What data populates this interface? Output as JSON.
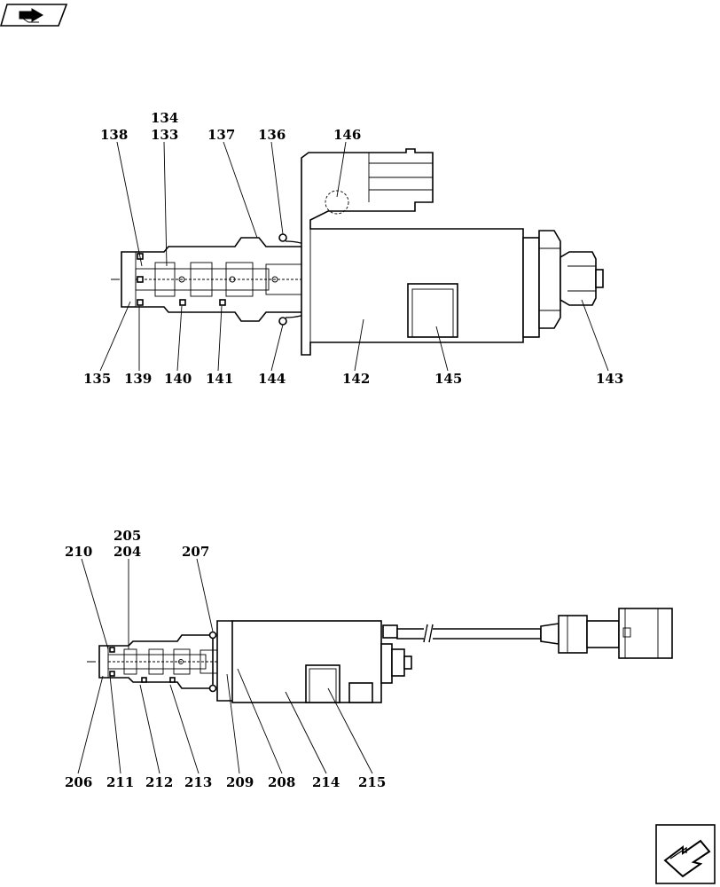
{
  "top_assembly": {
    "labels_top": [
      "138",
      "134",
      "133",
      "137",
      "136",
      "146"
    ],
    "labels_bottom": [
      "135",
      "139",
      "140",
      "141",
      "144",
      "142",
      "145",
      "143"
    ]
  },
  "bottom_assembly": {
    "labels_top": [
      "210",
      "205",
      "204",
      "207"
    ],
    "labels_bottom": [
      "206",
      "211",
      "212",
      "213",
      "209",
      "208",
      "214",
      "215"
    ]
  },
  "icons": {
    "top_left": "book-arrow-icon",
    "bottom_right": "navigation-arrow-icon"
  }
}
